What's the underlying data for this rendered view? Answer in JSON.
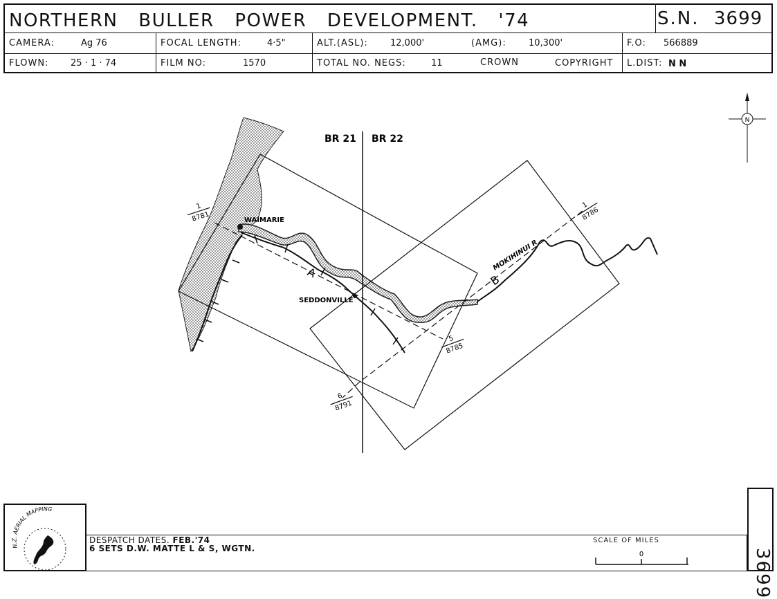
{
  "header": {
    "title": "NORTHERN BULLER POWER DEVELOPMENT. '74",
    "sn_label": "S.N.",
    "sn_number": "3699",
    "camera_label": "CAMERA:",
    "camera_value": "Ag 76",
    "focal_label": "FOCAL LENGTH:",
    "focal_value": "4·5\"",
    "alt_label": "ALT.(ASL):",
    "alt_value": "12,000'",
    "amg_label": "(AMG):",
    "amg_value": "10,300'",
    "fo_label": "F.O:",
    "fo_value": "566889",
    "flown_label": "FLOWN:",
    "flown_value": "25 · 1 · 74",
    "film_label": "FILM NO:",
    "film_value": "1570",
    "negs_label": "TOTAL NO. NEGS:",
    "negs_value": "11",
    "crown": "CROWN",
    "copyright": "COPYRIGHT",
    "ldist_label": "L.DIST:",
    "ldist_value": "N N"
  },
  "map": {
    "sheet_left": "BR 21",
    "sheet_right": "BR 22",
    "place_waimarie": "WAIMARIE",
    "place_seddonville": "SEDDONVILLE",
    "river_label": "MOKIHINUI R",
    "run_a": "A",
    "run_b": "B",
    "frame_1_8781_top": "1",
    "frame_1_8781_bottom": "8781",
    "frame_1_8786_top": "1",
    "frame_1_8786_bottom": "8786",
    "frame_5_8785_top": "5",
    "frame_5_8785_bottom": "8785",
    "frame_6_8791_top": "6",
    "frame_6_8791_bottom": "8791",
    "north_letter": "N"
  },
  "footer": {
    "logo_text": "N.Z. AERIAL MAPPING",
    "despatch_line1_label": "DESPATCH DATES.",
    "despatch_line1_value": "FEB.'74",
    "despatch_line2": "6 SETS D.W. MATTE L & S, WGTN.",
    "scale_title": "SCALE OF MILES",
    "scale_zero": "0",
    "side_number": "3699"
  }
}
